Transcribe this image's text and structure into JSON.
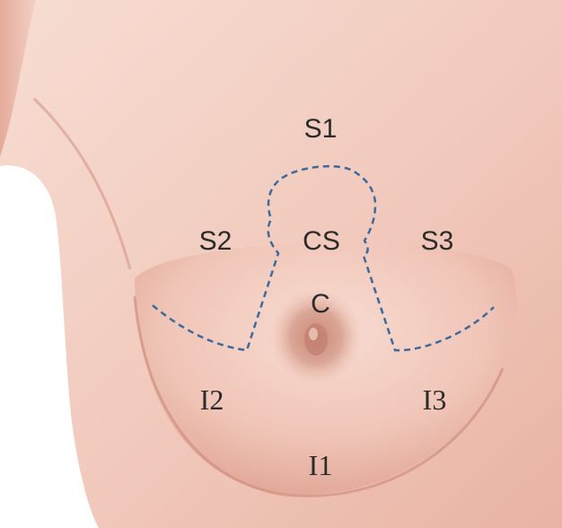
{
  "regions": {
    "s1": "S1",
    "s2": "S2",
    "s3": "S3",
    "cs": "CS",
    "c": "C",
    "i1": "I1",
    "i2": "I2",
    "i3": "I3"
  },
  "colors": {
    "skin_light": "#f6d8ce",
    "skin_mid": "#eab9aa",
    "skin_shadow": "#d99a8a",
    "areola": "#d49a8a",
    "dashed_line": "#3d6a9c",
    "background": "#ffffff"
  }
}
